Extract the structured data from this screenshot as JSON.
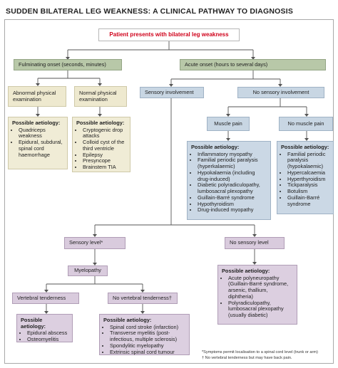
{
  "title": "SUDDEN BILATERAL LEG WEAKNESS: A CLINICAL PATHWAY TO DIAGNOSIS",
  "start": "Patient presents with bilateral leg weakness",
  "fulminating": "Fulminating onset (seconds, minutes)",
  "acute": "Acute onset (hours to several days)",
  "abnormal_exam": "Abnormal physical examination",
  "normal_exam": "Normal physical examination",
  "sensory_involvement": "Sensory involvement",
  "no_sensory_involvement": "No sensory involvement",
  "muscle_pain": "Muscle pain",
  "no_muscle_pain": "No muscle pain",
  "sensory_level": "Sensory level*",
  "no_sensory_level": "No sensory level",
  "myelopathy": "Myelopathy",
  "vertebral_tenderness": "Vertebral tenderness",
  "no_vertebral_tenderness": "No vertebral tenderness†",
  "aetiology_heading": "Possible aetiology:",
  "abnormal_items": [
    "Quadriceps weakness",
    "Epidural, subdural, spinal cord haemorrhage"
  ],
  "normal_items": [
    "Cryptogenic drop attacks",
    "Colloid cyst of the third ventricle",
    "Epilepsy",
    "Presyncope",
    "Brainstem TIA"
  ],
  "muscle_pain_items": [
    "Inflammatory myopathy",
    "Familial periodic paralysis (hyperkalaemic)",
    "Hypokalaemia (including drug-induced)",
    "Diabetic polyradiculopathy, lumbosacral plexopathy",
    "Guillain-Barré syndrome",
    "Hypothyroidism",
    "Drug-induced myopathy"
  ],
  "no_muscle_pain_items": [
    "Familial periodic paralysis (hypokalaemic)",
    "Hypercalcaemia",
    "Hyperthyroidism",
    "Tickparalysis",
    "Botulism",
    "Guillain-Barré syndrome"
  ],
  "no_sensory_level_items": [
    "Acute polyneuropathy (Guillain-Barré syndrome, arsenic, thallium, diphtheria)",
    "Polyradiculopathy, lumbosacral plexopathy (usually diabetic)"
  ],
  "vertebral_items": [
    "Epidural abscess",
    "Osteomyelitis"
  ],
  "no_vertebral_items": [
    "Spinal cord stroke (infarction)",
    "Transverse myelitis (post-infectious, multiple sclerosis)",
    "Spondylitic myelopathy",
    "Extrinsic spinal cord tumour"
  ],
  "footnote1": "*Symptoms permit localisation to a spinal cord level (trunk or arm)",
  "footnote2": "† No vertebral tenderness but may have back pain."
}
